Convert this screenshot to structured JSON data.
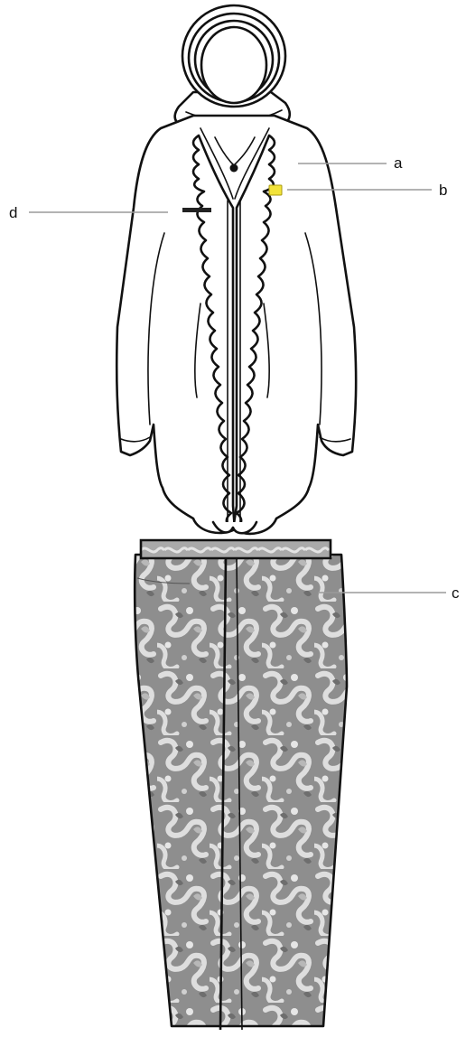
{
  "labels": {
    "a": "a",
    "b": "b",
    "c": "c",
    "d": "d"
  },
  "colors": {
    "outline": "#111111",
    "leader_line": "#9a9a9a",
    "badge": "#f2e33a",
    "batik_base": "#8c8c8c",
    "batik_pattern": "#dcdcdc",
    "nameplate": "#222222"
  }
}
